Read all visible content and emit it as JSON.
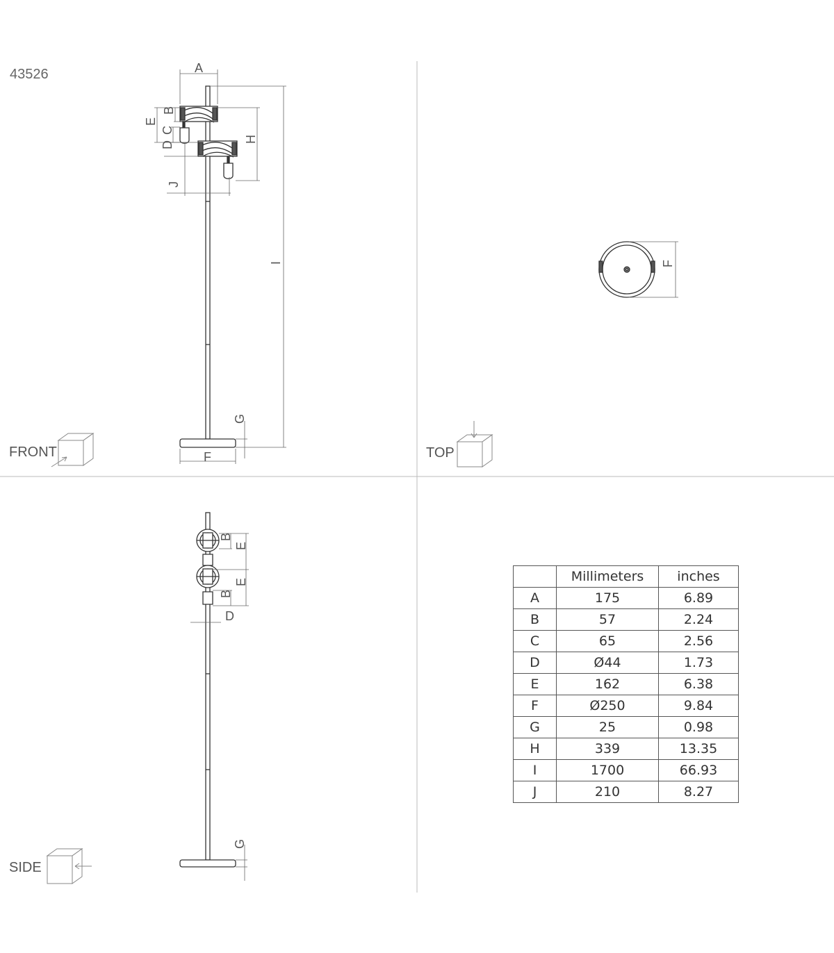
{
  "model_number": "43526",
  "views": {
    "front": "FRONT",
    "top": "TOP",
    "side": "SIDE"
  },
  "dimension_letters": {
    "A": "A",
    "B": "B",
    "C": "C",
    "D": "D",
    "E": "E",
    "F": "F",
    "G": "G",
    "H": "H",
    "I": "I",
    "J": "J"
  },
  "table": {
    "headers": [
      "",
      "Millimeters",
      "inches"
    ],
    "rows": [
      [
        "A",
        "175",
        "6.89"
      ],
      [
        "B",
        "57",
        "2.24"
      ],
      [
        "C",
        "65",
        "2.56"
      ],
      [
        "D",
        "Ø44",
        "1.73"
      ],
      [
        "E",
        "162",
        "6.38"
      ],
      [
        "F",
        "Ø250",
        "9.84"
      ],
      [
        "G",
        "25",
        "0.98"
      ],
      [
        "H",
        "339",
        "13.35"
      ],
      [
        "I",
        "1700",
        "66.93"
      ],
      [
        "J",
        "210",
        "8.27"
      ]
    ]
  }
}
